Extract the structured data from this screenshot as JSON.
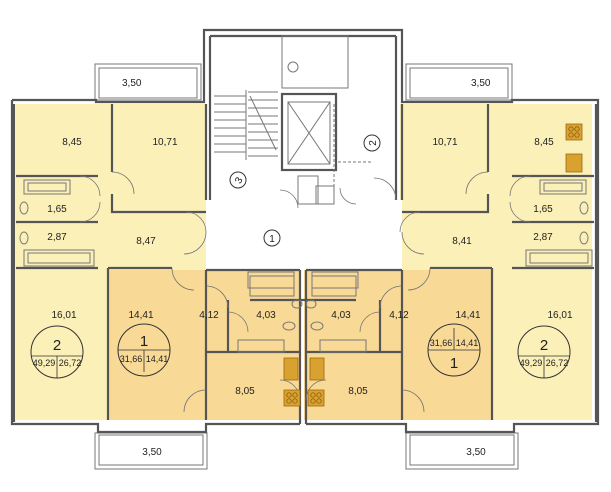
{
  "colors": {
    "apt_2room": "#fbf0b8",
    "apt_1room": "#f8d996",
    "wall": "#555555",
    "fixture": "#d9a230",
    "common": "#ffffff"
  },
  "balconies": {
    "top_left": "3,50",
    "top_right": "3,50",
    "bottom_left": "3,50",
    "bottom_right": "3,50"
  },
  "rooms": {
    "left_bedroom": "8,45",
    "left_kitchen": "10,71",
    "left_bath": "1,65",
    "left_wc": "2,87",
    "left_hall": "8,47",
    "left_living": "16,01",
    "left_1_room": "14,41",
    "left_1_hall": "4,12",
    "left_1_bath": "4,03",
    "left_1_kitchen": "8,05",
    "right_kitchen": "10,71",
    "right_bedroom": "8,45",
    "right_bath": "1,65",
    "right_wc": "2,87",
    "right_hall": "8,41",
    "right_living": "16,01",
    "right_1_room": "14,41",
    "right_1_hall": "4,12",
    "right_1_bath": "4,03",
    "right_1_kitchen": "8,05"
  },
  "badges": {
    "left_2": {
      "rooms": "2",
      "total": "49,29",
      "living": "26,72"
    },
    "left_1": {
      "rooms": "1",
      "total": "31,66",
      "living": "14,41"
    },
    "right_1": {
      "rooms": "1",
      "total": "31,66",
      "living": "14,41"
    },
    "right_2": {
      "rooms": "2",
      "total": "49,29",
      "living": "26,72"
    }
  },
  "markers": {
    "corridor": "1",
    "elevator": "2",
    "stair": "3"
  }
}
